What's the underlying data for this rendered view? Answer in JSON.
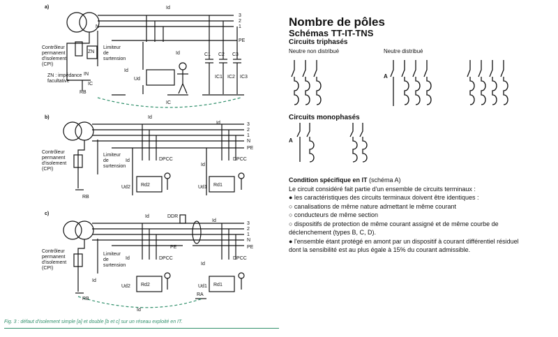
{
  "left": {
    "panel_a": {
      "letter": "a)",
      "phase_labels": [
        "3",
        "2",
        "1"
      ],
      "neutral_label": "N",
      "pe_label": "PE",
      "cpi_label": [
        "Contrôleur",
        "permanent",
        "d'isolement",
        "(CPI)"
      ],
      "zn_label": "ZN",
      "zn_note": [
        "ZN : impédance",
        "facultative"
      ],
      "limiter_label": [
        "Limiteur",
        "de",
        "surtension"
      ],
      "capacitors": [
        "C1",
        "C2",
        "C3"
      ],
      "currents": [
        "Id",
        "Id",
        "IN",
        "IC",
        "Ud",
        "IC1",
        "IC2",
        "IC3",
        "IC",
        "Id"
      ],
      "rb": "RB"
    },
    "panel_b": {
      "letter": "b)",
      "bus_labels": [
        "3",
        "2",
        "1",
        "N",
        "PE"
      ],
      "cpi_label": [
        "Contrôleur",
        "permanent",
        "d'isolement",
        "(CPI)"
      ],
      "limiter_label": [
        "Limiteur",
        "de",
        "surtension"
      ],
      "dpcc": [
        "DPCC",
        "DPCC"
      ],
      "id_labels": [
        "Id",
        "Id",
        "Id",
        "Id"
      ],
      "ud": [
        "Ud2",
        "Ud1"
      ],
      "rd": [
        "Rd2",
        "Rd1"
      ],
      "rb": "RB"
    },
    "panel_c": {
      "letter": "c)",
      "bus_labels": [
        "3",
        "2",
        "1",
        "N",
        "PE"
      ],
      "ddr": "DDR",
      "pe_mid": "PE",
      "cpi_label": [
        "Contrôleur",
        "permanent",
        "d'isolement",
        "(CPI)"
      ],
      "limiter_label": [
        "Limiteur",
        "de",
        "surtension"
      ],
      "dpcc": [
        "DPCC",
        "DPCC"
      ],
      "id_labels": [
        "Id",
        "Id",
        "Id",
        "Id",
        "Id",
        "Id"
      ],
      "ud": [
        "Ud2",
        "Ud1"
      ],
      "rd": [
        "Rd2",
        "Rd1"
      ],
      "rb": "RB",
      "ra": "RA"
    },
    "caption": "Fig. 3 : défaut d'isolement simple [a] et double [b et c] sur un réseau exploité en IT."
  },
  "right": {
    "title": "Nombre de pôles",
    "subtitle": "Schémas TT-IT-TNS",
    "triphase_title": "Circuits triphasés",
    "neutral_not_distributed": "Neutre non distribué",
    "neutral_distributed": "Neutre distribué",
    "mono_title": "Circuits monophasés",
    "label_a": "A",
    "condition_title": "Condition spécifique en IT",
    "condition_suffix": " (schéma A)",
    "lines": [
      "Le circuit considéré fait partie d'un ensemble de circuits terminaux :",
      "● les caractéristiques des circuits terminaux doivent être identiques :",
      "○ canalisations de même nature admettant le même courant",
      "○ conducteurs de même section",
      "○ dispositifs de protection de même courant assigné et de même courbe de",
      "déclenchement (types B, C, D).",
      "● l'ensemble étant protégé en amont par un dispositif à courant différentiel résiduel",
      "dont la sensibilité est au plus égale à 15% du courant admissible."
    ]
  },
  "colors": {
    "line": "#111111",
    "accent": "#2f8f6a",
    "background": "#ffffff"
  }
}
